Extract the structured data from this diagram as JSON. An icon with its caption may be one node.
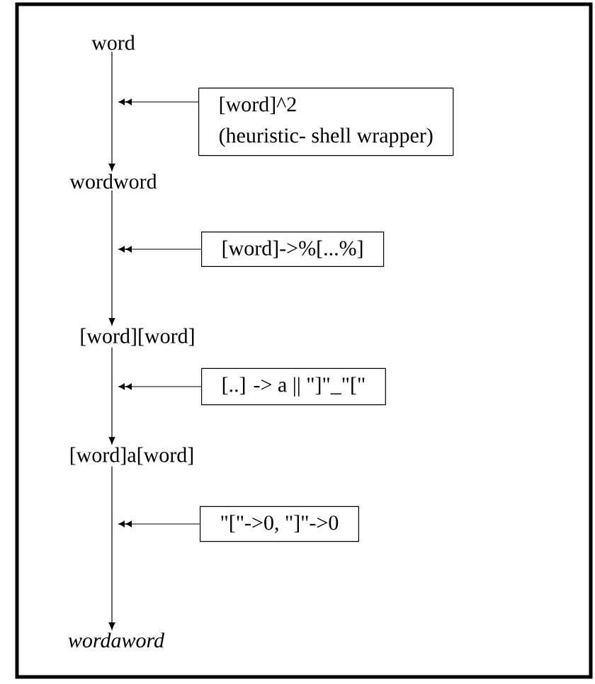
{
  "diagram": {
    "nodes": [
      {
        "text": [
          "word"
        ]
      },
      {
        "text": [
          "[word]^2",
          "(heuristic- shell wrapper)"
        ]
      },
      {
        "text": [
          "wordword"
        ]
      },
      {
        "text": [
          "[word]->%[...%]"
        ]
      },
      {
        "text": [
          "[word][word]"
        ]
      },
      {
        "text": [
          "[..] -> a || \"]\"_\"[\""
        ]
      },
      {
        "text": [
          "[word]a[word]"
        ]
      },
      {
        "text": [
          "\"[\"->0, \"]\"->0"
        ]
      },
      {
        "text": [
          "wordaword"
        ]
      }
    ],
    "edges": [
      {
        "from": 0,
        "to": 2,
        "arrow": "to"
      },
      {
        "from": 1,
        "to": null,
        "arrow": "to"
      },
      {
        "from": 2,
        "to": 4,
        "arrow": "to"
      },
      {
        "from": 3,
        "to": null,
        "arrow": "to"
      },
      {
        "from": 4,
        "to": 6,
        "arrow": "to"
      },
      {
        "from": 5,
        "to": null,
        "arrow": "to"
      },
      {
        "from": 6,
        "to": 8,
        "arrow": "to"
      },
      {
        "from": 7,
        "to": null,
        "arrow": "to"
      }
    ]
  }
}
